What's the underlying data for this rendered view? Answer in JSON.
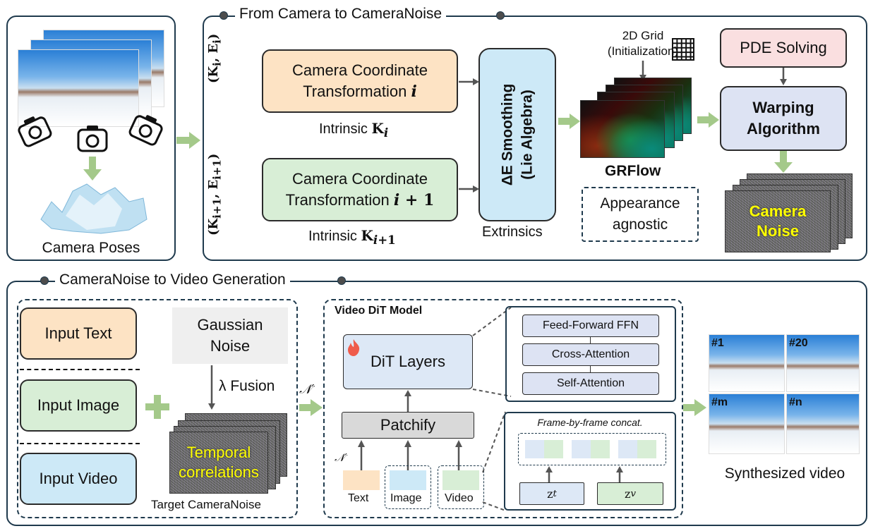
{
  "top_left": {
    "caption": "Camera Poses"
  },
  "top_right": {
    "title": "From Camera to CameraNoise",
    "label_i": "(K_i, E_i)",
    "label_i1": "(K_{i+1}, E_{i+1})",
    "cam_i_line1": "Camera Coordinate",
    "cam_i_line2": "Transformation i",
    "cam_i1_line1": "Camera Coordinate",
    "cam_i1_line2": "Transformation i + 1",
    "intrinsic_i": "Intrinsic K_i",
    "intrinsic_i1": "Intrinsic K_{i+1}",
    "smoothing_line1": "ΔE Smoothing",
    "smoothing_line2": "(Lie Algebra)",
    "extrinsics": "Extrinsics",
    "grid_line1": "2D Grid",
    "grid_line2": "(Initialization)",
    "grflow": "GRFlow",
    "appearance_line1": "Appearance",
    "appearance_line2": "agnostic",
    "pde": "PDE Solving",
    "warp_line1": "Warping",
    "warp_line2": "Algorithm",
    "noise_line1": "Camera",
    "noise_line2": "Noise"
  },
  "bottom": {
    "title": "CameraNoise to Video Generation",
    "input_text": "Input Text",
    "input_image": "Input Image",
    "input_video": "Input Video",
    "gaussian_line1": "Gaussian",
    "gaussian_line2": "Noise",
    "fusion": "λ Fusion",
    "temporal_line1": "Temporal",
    "temporal_line2": "correlations",
    "target": "Target CameraNoise",
    "n_prime": "𝒩′",
    "dit_title": "Video DiT Model",
    "dit_layers": "DiT Layers",
    "patchify": "Patchify",
    "tok_text": "Text",
    "tok_image": "Image",
    "tok_video": "Video",
    "ffn": "Feed-Forward FFN",
    "cross": "Cross-Attention",
    "self": "Self-Attention",
    "concat": "Frame-by-frame concat.",
    "zt": "z_t",
    "zv": "z_v",
    "frames": [
      "#1",
      "#20",
      "#m",
      "#n"
    ],
    "synth": "Synthesized video"
  },
  "colors": {
    "orange": "#fde3c4",
    "green": "#d8eed6",
    "blue": "#cde9f7",
    "pink": "#fadfe0",
    "lavender": "#dde3f3",
    "arrow_green": "#a4c98a",
    "border": "#1f3a4d"
  }
}
